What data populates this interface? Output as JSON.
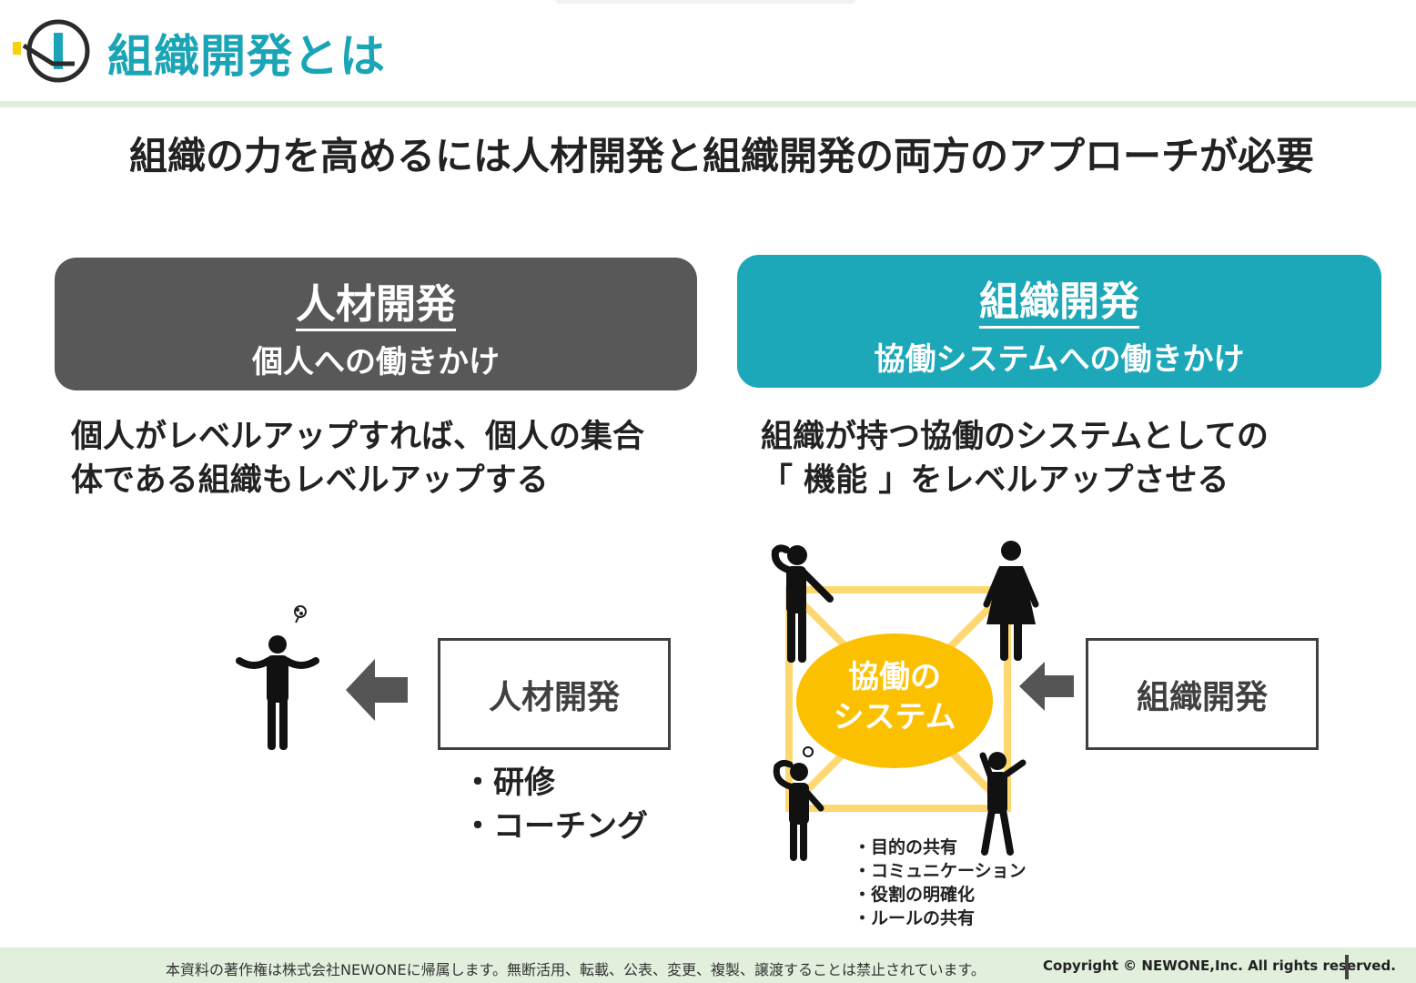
{
  "header": {
    "title": "組織開発とは"
  },
  "main_heading": "組織の力を高めるには人材開発と組織開発の両方のアプローチが必要",
  "left": {
    "panel_title": "人材開発",
    "panel_subtitle": "個人への働きかけ",
    "description_line1": "個人がレベルアップすれば、個人の集合",
    "description_line2": "体である組織もレベルアップする",
    "box_label": "人材開発",
    "methods": [
      "・研修",
      "・コーチング"
    ]
  },
  "right": {
    "panel_title": "組織開発",
    "panel_subtitle": "協働システムへの働きかけ",
    "description_line1": "組織が持つ協働のシステムとしての",
    "description_line2": "「 機能 」をレベルアップさせる",
    "box_label": "組織開発",
    "system_label_line1": "協働の",
    "system_label_line2": "システム",
    "elements": [
      "・目的の共有",
      "・コミュニケーション",
      "・役割の明確化",
      "・ルールの共有"
    ]
  },
  "footer": {
    "notice": "本資料の著作権は株式会社NEWONEに帰属します。無断活用、転載、公表、変更、複製、譲渡することは禁止されています。",
    "copyright": "Copyright © NEWONE,Inc.  All rights reserved."
  },
  "colors": {
    "teal": "#1da8b9",
    "dark_gray": "#585858",
    "yellow": "#fbc000",
    "light_yellow": "#fdd870",
    "footer_green": "#e2efdc"
  }
}
